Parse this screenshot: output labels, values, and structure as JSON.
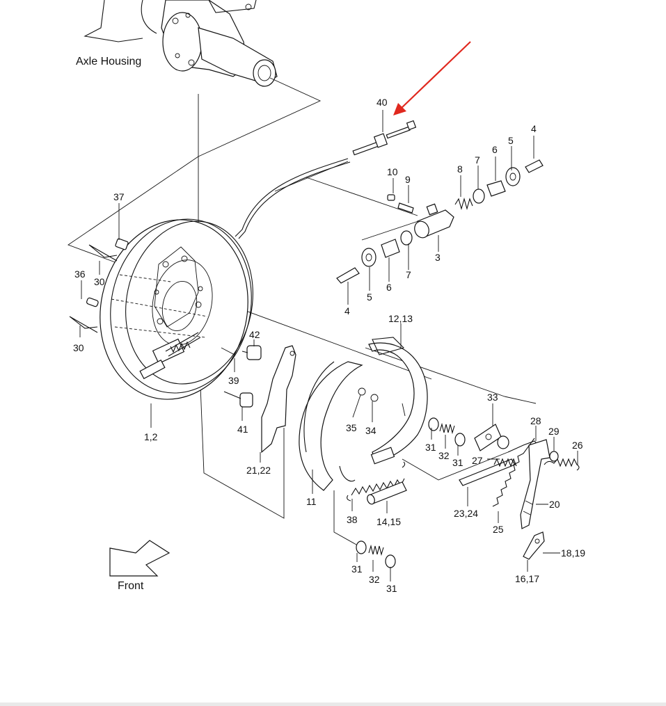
{
  "labels": {
    "axle_housing": "Axle Housing",
    "front": "Front"
  },
  "callouts": {
    "c40": "40",
    "c4a": "4",
    "c5a": "5",
    "c6a": "6",
    "c7a": "7",
    "c8": "8",
    "c9": "9",
    "c10": "10",
    "c3": "3",
    "c4b": "4",
    "c5b": "5",
    "c6b": "6",
    "c7b": "7",
    "c37": "37",
    "c36": "36",
    "c30a": "30",
    "c30b": "30",
    "c42": "42",
    "c39": "39",
    "c41": "41",
    "c1_2": "1,2",
    "c21_22": "21,22",
    "c12_13": "12,13",
    "c35": "35",
    "c34": "34",
    "c31a": "31",
    "c32a": "32",
    "c31b": "31",
    "c11": "11",
    "c38": "38",
    "c14_15": "14,15",
    "c31c": "31",
    "c32b": "32",
    "c31d": "31",
    "c33": "33",
    "c28": "28",
    "c29": "29",
    "c26": "26",
    "c27": "27",
    "c23_24": "23,24",
    "c25": "25",
    "c20": "20",
    "c18_19": "18,19",
    "c16_17": "16,17"
  },
  "colors": {
    "ink": "#111111",
    "arrow": "#e0281e",
    "background": "#ffffff"
  }
}
